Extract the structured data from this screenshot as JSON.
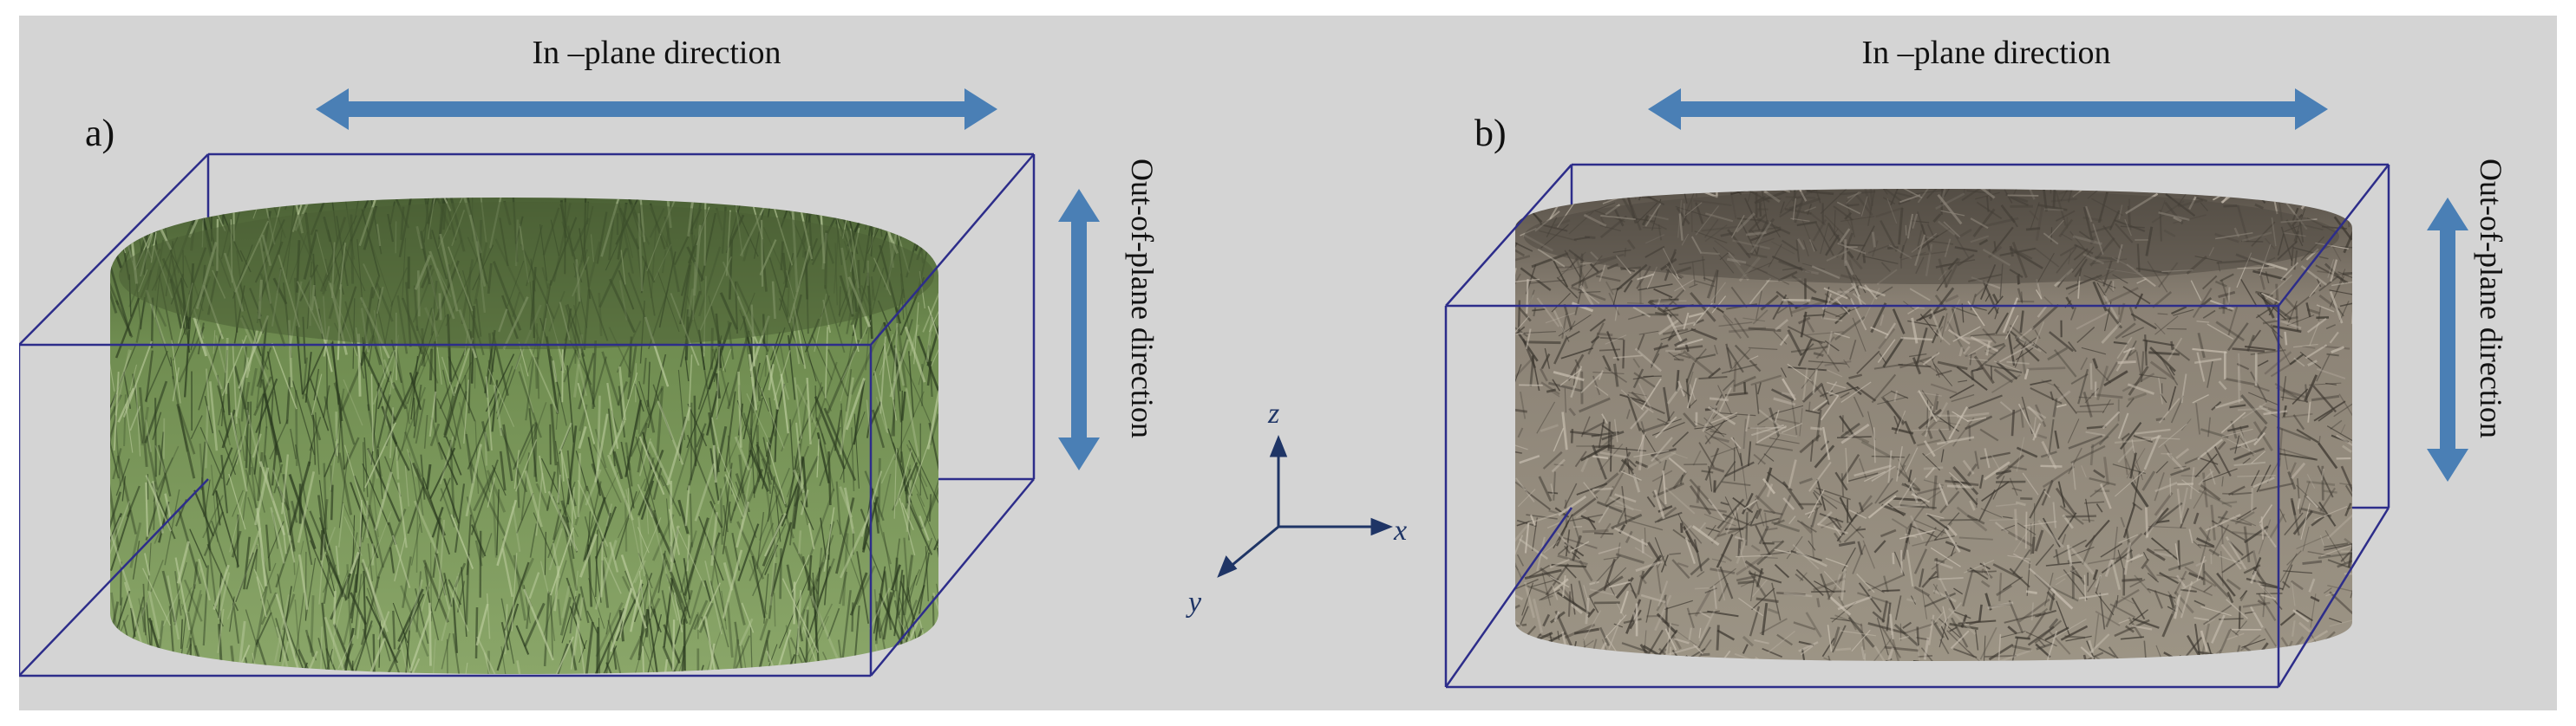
{
  "panel_a": {
    "label": "a)",
    "in_plane_label": "In –plane direction",
    "out_of_plane_label": "Out-of-plane direction",
    "sample_color": "#6e8a4e",
    "fiber_color": "#2a3a1f"
  },
  "panel_b": {
    "label": "b)",
    "in_plane_label": "In –plane direction",
    "out_of_plane_label": "Out-of-plane direction",
    "sample_color": "#8a8072",
    "fiber_color": "#3a352e"
  },
  "axes": {
    "x_label": "x",
    "y_label": "y",
    "z_label": "z"
  },
  "colors": {
    "background": "#d4d4d4",
    "arrow": "#4a7fb5",
    "box_edge": "#2d2d8a"
  }
}
